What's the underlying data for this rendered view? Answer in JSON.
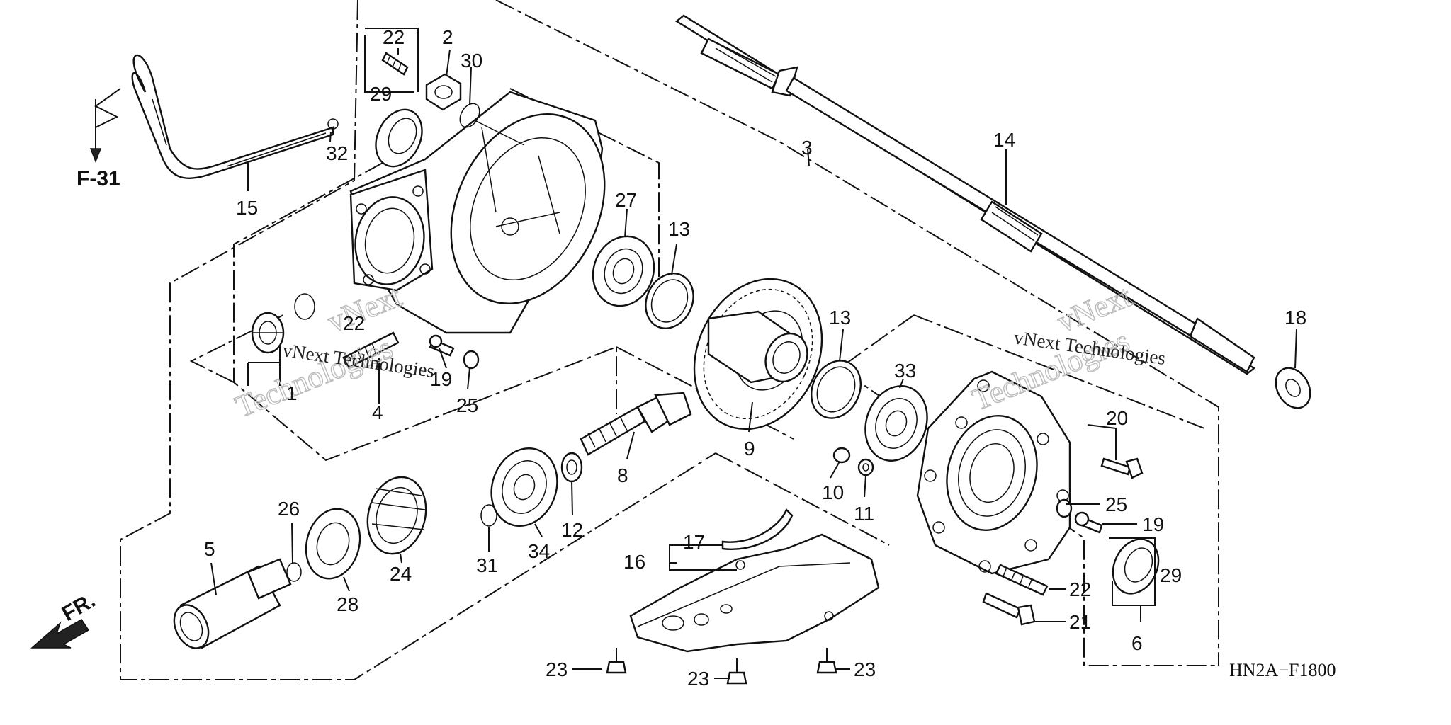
{
  "diagram_code": "HN2A−F1800",
  "ref_label": "F-31",
  "front_label": "FR.",
  "watermarks": [
    "vNext Technologies",
    "vNext Technologies"
  ],
  "callouts": [
    "22",
    "2",
    "30",
    "29",
    "32",
    "15",
    "1",
    "22",
    "4",
    "19",
    "25",
    "27",
    "13",
    "3",
    "14",
    "13",
    "33",
    "18",
    "20",
    "25",
    "19",
    "9",
    "10",
    "11",
    "8",
    "12",
    "34",
    "31",
    "26",
    "5",
    "28",
    "24",
    "17",
    "16",
    "22",
    "21",
    "29",
    "6",
    "23",
    "23",
    "23"
  ]
}
